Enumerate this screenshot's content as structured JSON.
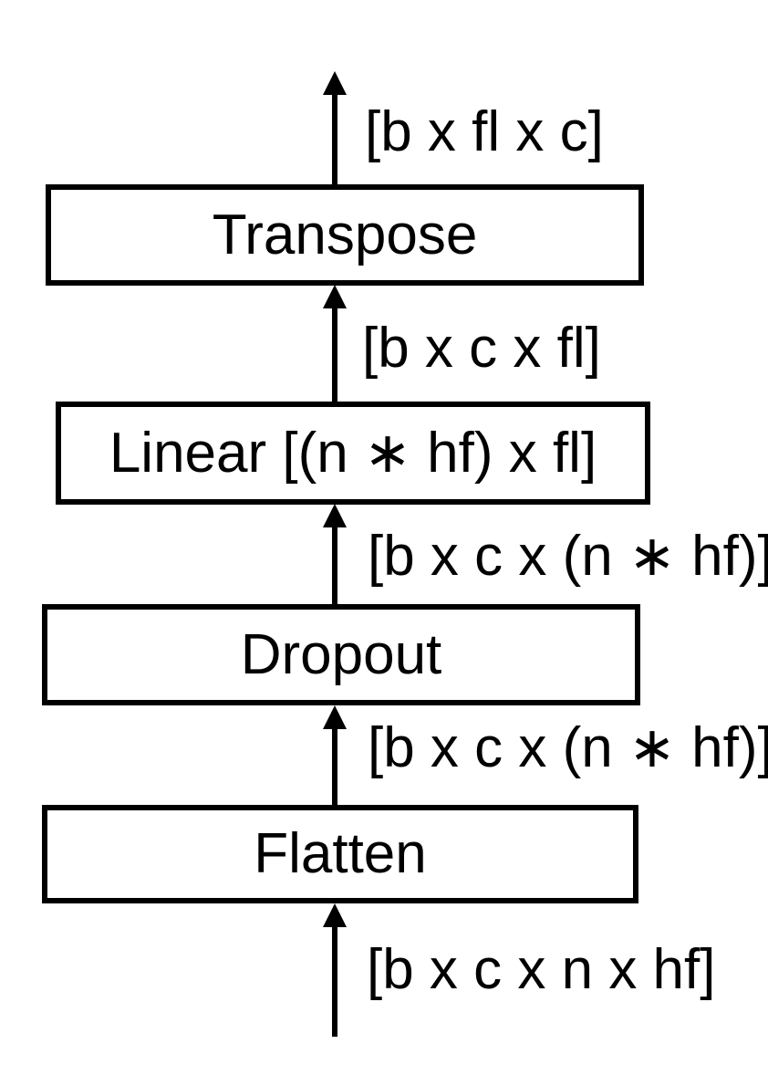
{
  "diagram": {
    "title": "flatten-linear-transpose layer stack",
    "background_color": "#ffffff",
    "stroke_color": "#000000",
    "layers": [
      {
        "id": "flatten",
        "label": "Flatten"
      },
      {
        "id": "dropout",
        "label": "Dropout"
      },
      {
        "id": "linear",
        "label": "Linear [(n ∗ hf) x fl]"
      },
      {
        "id": "transpose",
        "label": "Transpose"
      }
    ],
    "tensor_labels": [
      {
        "id": "input",
        "text": "[b x c x n x hf]"
      },
      {
        "id": "after-flatten",
        "text": "[b x c x (n ∗ hf)]"
      },
      {
        "id": "after-dropout",
        "text": "[b x c x (n ∗ hf)]"
      },
      {
        "id": "after-linear",
        "text": "[b x c x fl]"
      },
      {
        "id": "output",
        "text": "[b x fl x c]"
      }
    ],
    "arrows": [
      {
        "id": "input",
        "from": "external-input",
        "to": "flatten"
      },
      {
        "id": "after-flatten",
        "from": "flatten",
        "to": "dropout"
      },
      {
        "id": "after-dropout",
        "from": "dropout",
        "to": "linear"
      },
      {
        "id": "after-linear",
        "from": "linear",
        "to": "transpose"
      },
      {
        "id": "output",
        "from": "transpose",
        "to": "external-output"
      }
    ]
  }
}
